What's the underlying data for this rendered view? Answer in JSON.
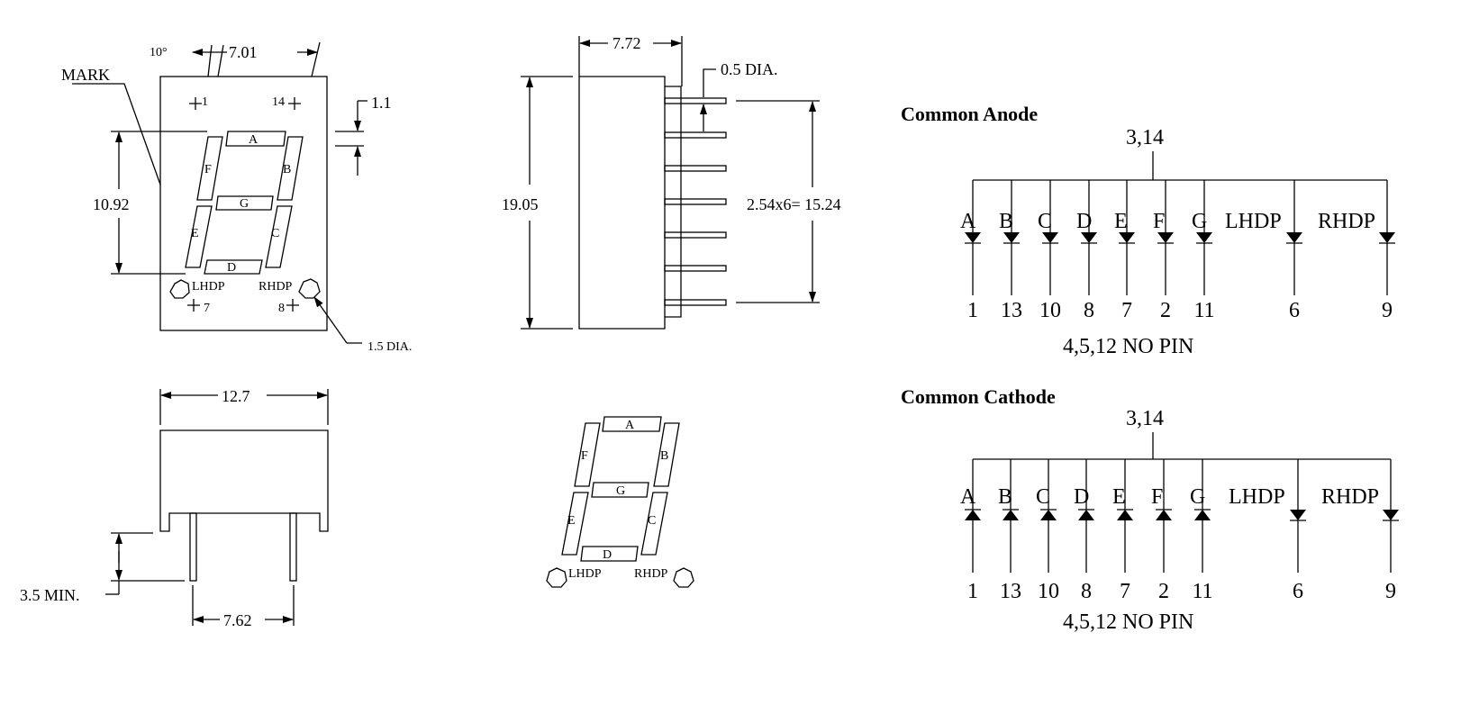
{
  "colors": {
    "ink": "#000000",
    "paper": "#ffffff"
  },
  "front": {
    "angle": "10°",
    "width": "7.01",
    "mark": "MARK",
    "pin_1": "1",
    "pin_14": "14",
    "pin_7": "7",
    "pin_8": "8",
    "ldp_gap": "1.1",
    "digit_height": "10.92",
    "lhdp": "LHDP",
    "rhdp": "RHDP",
    "dot_dia": "1.5 DIA.",
    "segments": {
      "a": "A",
      "b": "B",
      "c": "C",
      "d": "D",
      "e": "E",
      "f": "F",
      "g": "G"
    }
  },
  "side": {
    "depth": "7.72",
    "pin_dia": "0.5 DIA.",
    "height": "19.05",
    "pitch": "2.54x6= 15.24"
  },
  "bottom": {
    "width": "12.7",
    "pin_length": "3.5 MIN.",
    "row_spacing": "7.62"
  },
  "segment_diagram": {
    "segments": {
      "a": "A",
      "b": "B",
      "c": "C",
      "d": "D",
      "e": "E",
      "f": "F",
      "g": "G"
    },
    "lhdp": "LHDP",
    "rhdp": "RHDP"
  },
  "common_anode": {
    "title": "Common Anode",
    "common_pins": "3,14",
    "channels": [
      {
        "label": "A",
        "pin": "1"
      },
      {
        "label": "B",
        "pin": "13"
      },
      {
        "label": "C",
        "pin": "10"
      },
      {
        "label": "D",
        "pin": "8"
      },
      {
        "label": "E",
        "pin": "7"
      },
      {
        "label": "F",
        "pin": "2"
      },
      {
        "label": "G",
        "pin": "11"
      },
      {
        "label": "LHDP",
        "pin": "6"
      },
      {
        "label": "RHDP",
        "pin": "9"
      }
    ],
    "note": "4,5,12 NO PIN"
  },
  "common_cathode": {
    "title": "Common Cathode",
    "common_pins": "3,14",
    "channels": [
      {
        "label": "A",
        "pin": "1"
      },
      {
        "label": "B",
        "pin": "13"
      },
      {
        "label": "C",
        "pin": "10"
      },
      {
        "label": "D",
        "pin": "8"
      },
      {
        "label": "E",
        "pin": "7"
      },
      {
        "label": "F",
        "pin": "2"
      },
      {
        "label": "G",
        "pin": "11"
      },
      {
        "label": "LHDP",
        "pin": "6"
      },
      {
        "label": "RHDP",
        "pin": "9"
      }
    ],
    "note": "4,5,12 NO PIN"
  }
}
